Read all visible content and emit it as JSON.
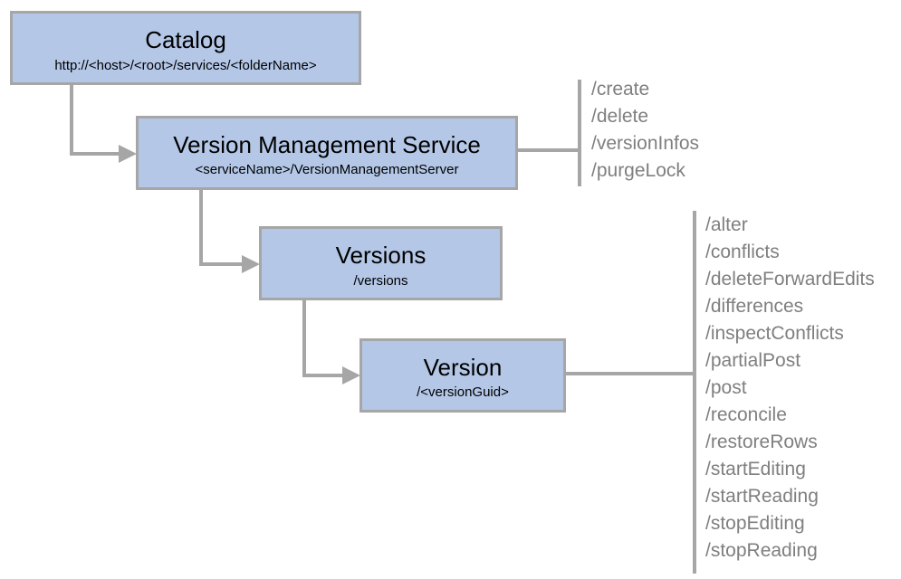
{
  "nodes": {
    "catalog": {
      "title": "Catalog",
      "subtitle": "http://<host>/<root>/services/<folderName>"
    },
    "version_management_service": {
      "title": "Version Management Service",
      "subtitle": "<serviceName>/VersionManagementServer"
    },
    "versions": {
      "title": "Versions",
      "subtitle": "/versions"
    },
    "version": {
      "title": "Version",
      "subtitle": "/<versionGuid>"
    }
  },
  "version_management_service_operations": [
    "/create",
    "/delete",
    "/versionInfos",
    "/purgeLock"
  ],
  "version_operations": [
    "/alter",
    "/conflicts",
    "/deleteForwardEdits",
    "/differences",
    "/inspectConflicts",
    "/partialPost",
    "/post",
    "/reconcile",
    "/restoreRows",
    "/startEditing",
    "/startReading",
    "/stopEditing",
    "/stopReading"
  ],
  "colors": {
    "node_fill": "#b4c7e7",
    "node_border": "#a6a6a6",
    "connector": "#a6a6a6",
    "operation_text": "#7f7f7f"
  }
}
